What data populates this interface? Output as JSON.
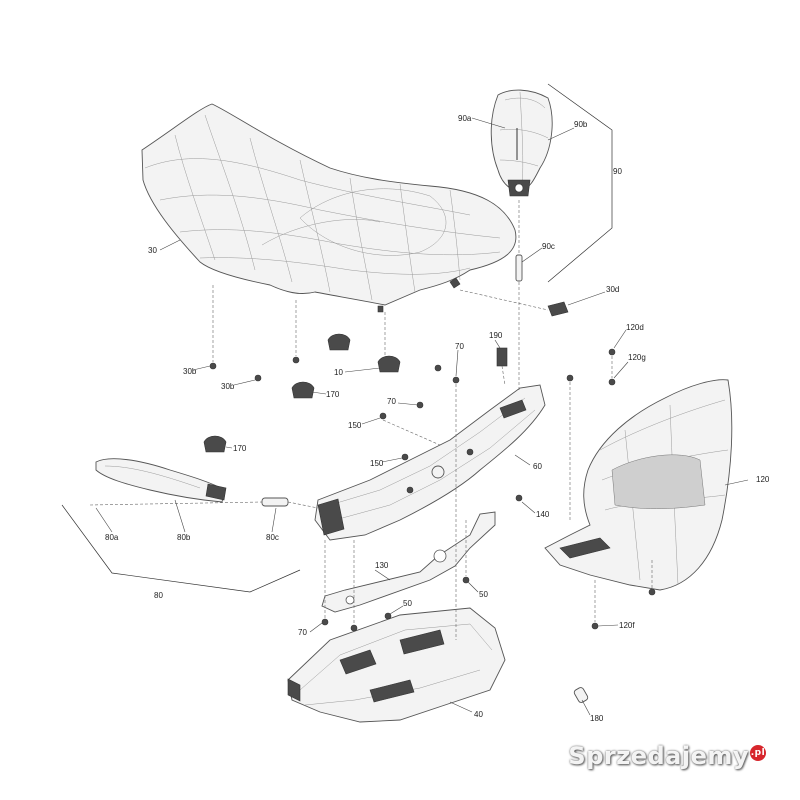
{
  "labels": {
    "l30": "30",
    "l30b_a": "30b",
    "l30b_b": "30b",
    "l30d": "30d",
    "l90": "90",
    "l90a": "90a",
    "l90b": "90b",
    "l90c": "90c",
    "l10": "10",
    "l170_a": "170",
    "l170_b": "170",
    "l70_a": "70",
    "l70_b": "70",
    "l70_c": "70",
    "l190": "190",
    "l150_a": "150",
    "l150_b": "150",
    "l60": "60",
    "l140": "140",
    "l120": "120",
    "l120d": "120d",
    "l120g": "120g",
    "l120f": "120f",
    "l80": "80",
    "l80a": "80a",
    "l80b": "80b",
    "l80c": "80c",
    "l130": "130",
    "l50_a": "50",
    "l50_b": "50",
    "l40": "40",
    "l180": "180"
  },
  "watermark": {
    "text": "Sprzedajemy",
    "badge": ".pl"
  }
}
